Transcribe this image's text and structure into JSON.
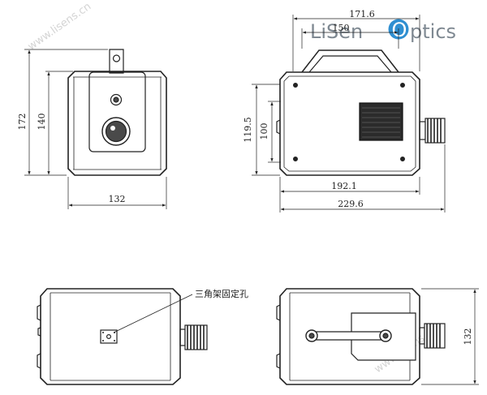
{
  "logo": {
    "text_before": "LiSen",
    "text_o": "O",
    "text_after": "ptics",
    "brand_gray": "#7f8992",
    "brand_blue": "#2f8fd1"
  },
  "watermarks": [
    "www.lisens.cn",
    "www.lisens.cn"
  ],
  "front_view": {
    "dim_height_outer": "172",
    "dim_height_inner": "140",
    "dim_width": "132"
  },
  "side_view": {
    "dim_top_outer": "171.6",
    "dim_top_inner": "150",
    "dim_left_outer": "119.5",
    "dim_left_inner": "100",
    "dim_bottom_inner": "192.1",
    "dim_bottom_outer": "229.6"
  },
  "bottom_view": {
    "callout_label": "三角架固定孔"
  },
  "rear_side_view": {
    "dim_right": "132"
  },
  "colors": {
    "line": "#222222",
    "vent": "#2b2b2b",
    "lens": "#4a4a4a"
  }
}
